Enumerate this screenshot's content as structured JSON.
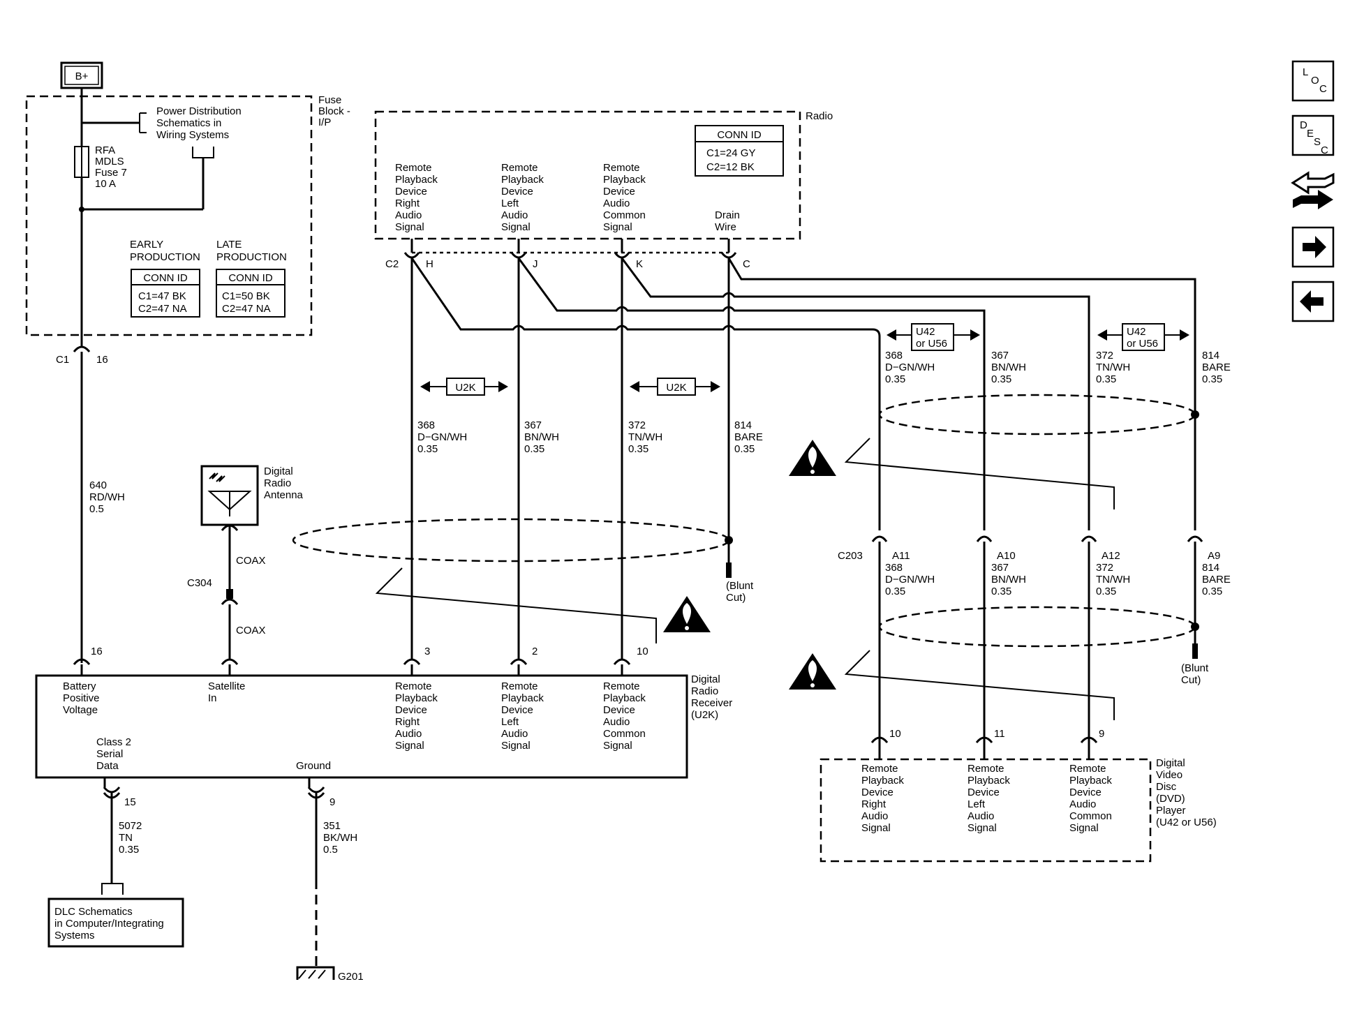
{
  "bplus": "B+",
  "fuse_block": {
    "title": [
      "Fuse",
      "Block -",
      "I/P"
    ],
    "pdist": [
      "Power Distribution",
      "Schematics in",
      "Wiring Systems"
    ],
    "fuse": [
      "RFA",
      "MDLS",
      "Fuse 7",
      "10 A"
    ],
    "early": [
      "EARLY",
      "PRODUCTION"
    ],
    "late": [
      "LATE",
      "PRODUCTION"
    ]
  },
  "conn_id": {
    "label": "CONN ID",
    "early": [
      "C1=47 BK",
      "C2=47 NA"
    ],
    "late": [
      "C1=50 BK",
      "C2=47 NA"
    ],
    "radio": [
      "C1=24 GY",
      "C2=12 BK"
    ]
  },
  "radio": {
    "title": "Radio",
    "pins": [
      [
        "Remote",
        "Playback",
        "Device",
        "Right",
        "Audio",
        "Signal"
      ],
      [
        "Remote",
        "Playback",
        "Device",
        "Left",
        "Audio",
        "Signal"
      ],
      [
        "Remote",
        "Playback",
        "Device",
        "Audio",
        "Common",
        "Signal"
      ],
      [
        "Drain",
        "Wire"
      ]
    ],
    "conn": "C2",
    "pin_letters": [
      "H",
      "J",
      "K",
      "C"
    ]
  },
  "u2k": "U2K",
  "u42": [
    "U42",
    "or U56"
  ],
  "c1": {
    "label": "C1",
    "pin": "16"
  },
  "wire_640": [
    "640",
    "RD/WH",
    "0.5"
  ],
  "wires_left": [
    [
      "368",
      "D−GN/WH",
      "0.35"
    ],
    [
      "367",
      "BN/WH",
      "0.35"
    ],
    [
      "372",
      "TN/WH",
      "0.35"
    ],
    [
      "814",
      "BARE",
      "0.35"
    ]
  ],
  "wires_right": [
    [
      "368",
      "D−GN/WH",
      "0.35"
    ],
    [
      "367",
      "BN/WH",
      "0.35"
    ],
    [
      "372",
      "TN/WH",
      "0.35"
    ],
    [
      "814",
      "BARE",
      "0.35"
    ]
  ],
  "c203": {
    "label": "C203",
    "pins": [
      "A11",
      "A10",
      "A12",
      "A9"
    ],
    "wires": [
      [
        "368",
        "D−GN/WH",
        "0.35"
      ],
      [
        "367",
        "BN/WH",
        "0.35"
      ],
      [
        "372",
        "TN/WH",
        "0.35"
      ],
      [
        "814",
        "BARE",
        "0.35"
      ]
    ]
  },
  "antenna": {
    "title": [
      "Digital",
      "Radio",
      "Antenna"
    ],
    "coax": "COAX",
    "conn": "C304"
  },
  "blunt_cut": [
    "(Blunt",
    "Cut)"
  ],
  "receiver": {
    "title": [
      "Digital",
      "Radio",
      "Receiver",
      "(U2K)"
    ],
    "battery": [
      "Battery",
      "Positive",
      "Voltage"
    ],
    "satellite": [
      "Satellite",
      "In"
    ],
    "class2": [
      "Class 2",
      "Serial",
      "Data"
    ],
    "ground": "Ground",
    "pins": [
      [
        "Remote",
        "Playback",
        "Device",
        "Right",
        "Audio",
        "Signal"
      ],
      [
        "Remote",
        "Playback",
        "Device",
        "Left",
        "Audio",
        "Signal"
      ],
      [
        "Remote",
        "Playback",
        "Device",
        "Audio",
        "Common",
        "Signal"
      ]
    ],
    "pin_nums": [
      "16",
      "3",
      "2",
      "10",
      "15",
      "9"
    ]
  },
  "dvd": {
    "title": [
      "Digital",
      "Video",
      "Disc",
      "(DVD)",
      "Player",
      "(U42 or U56)"
    ],
    "pins": [
      [
        "Remote",
        "Playback",
        "Device",
        "Right",
        "Audio",
        "Signal"
      ],
      [
        "Remote",
        "Playback",
        "Device",
        "Left",
        "Audio",
        "Signal"
      ],
      [
        "Remote",
        "Playback",
        "Device",
        "Audio",
        "Common",
        "Signal"
      ]
    ],
    "pin_nums": [
      "10",
      "11",
      "9"
    ]
  },
  "wire_5072": [
    "5072",
    "TN",
    "0.35"
  ],
  "wire_351": [
    "351",
    "BK/WH",
    "0.5"
  ],
  "dlc": [
    "DLC Schematics",
    "in Computer/Integrating",
    "Systems"
  ],
  "ground_id": "G201",
  "nav": {
    "loc": [
      "L",
      "O",
      "C"
    ],
    "desc": [
      "D",
      "E",
      "S",
      "C"
    ]
  }
}
